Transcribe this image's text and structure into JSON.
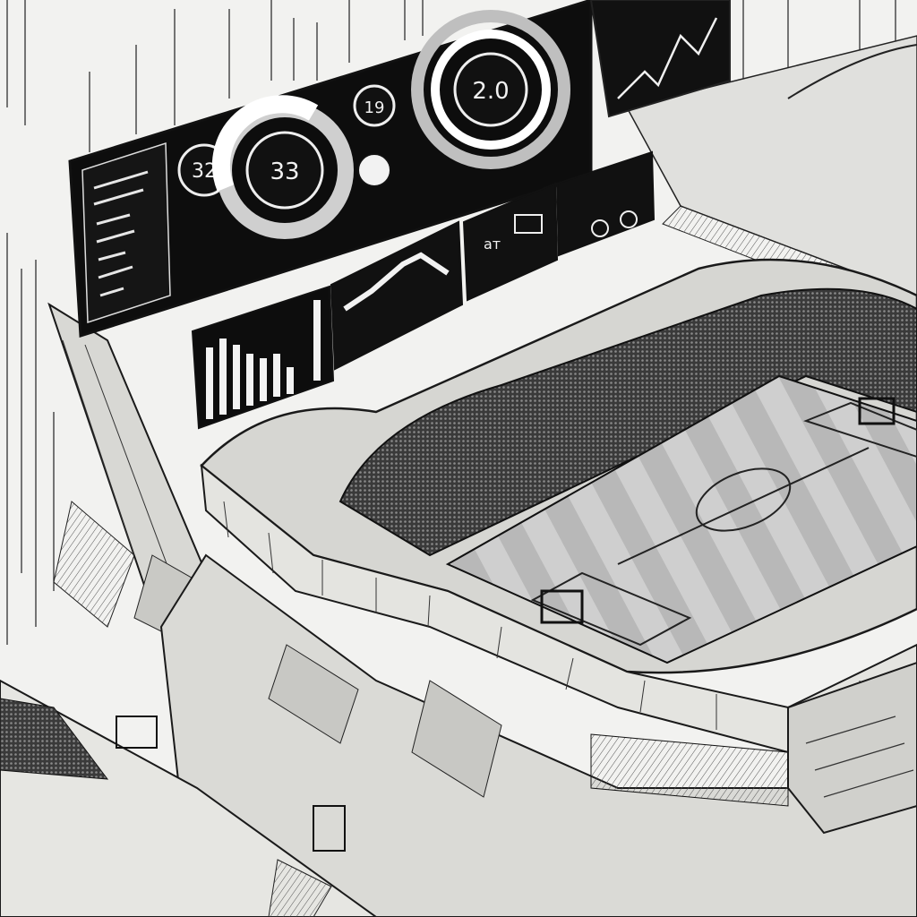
{
  "scene": {
    "subject": "stadium-sketch",
    "palette": {
      "paper": "#f2f2f0",
      "ink": "#1a1a1a",
      "screen": "#0d0d0d",
      "pitch_light": "#cfcfcf",
      "pitch_dark": "#b5b5b5"
    }
  },
  "scoreboard": {
    "dial_left": "32",
    "dial_center": "33",
    "dial_top": "2.0",
    "dial_small": "19"
  },
  "lower_panel": {
    "text": "ат"
  }
}
